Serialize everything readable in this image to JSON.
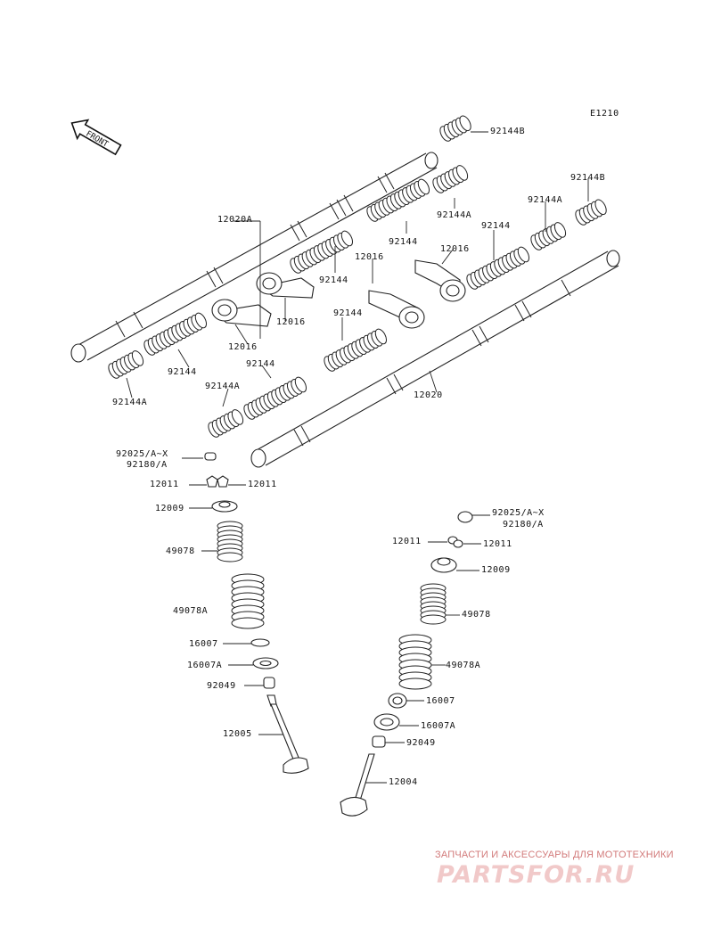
{
  "diagram_code": "E1210",
  "front_arrow_text": "FRONT",
  "parts": [
    {
      "key": "p92144B_top",
      "label": "92144B"
    },
    {
      "key": "p92144B_right",
      "label": "92144B"
    },
    {
      "key": "p12020A",
      "label": "12020A"
    },
    {
      "key": "p92144A_mid",
      "label": "92144A"
    },
    {
      "key": "p92144A_right",
      "label": "92144A"
    },
    {
      "key": "p92144_a",
      "label": "92144"
    },
    {
      "key": "p92144_b",
      "label": "92144"
    },
    {
      "key": "p12016_a",
      "label": "12016"
    },
    {
      "key": "p12016_b",
      "label": "12016"
    },
    {
      "key": "p92144_c",
      "label": "92144"
    },
    {
      "key": "p12016_c",
      "label": "12016"
    },
    {
      "key": "p92144_d",
      "label": "92144"
    },
    {
      "key": "p12016_d",
      "label": "12016"
    },
    {
      "key": "p92144_e",
      "label": "92144"
    },
    {
      "key": "p92144_f",
      "label": "92144"
    },
    {
      "key": "p92144A_left",
      "label": "92144A"
    },
    {
      "key": "p92144A_low",
      "label": "92144A"
    },
    {
      "key": "p12020",
      "label": "12020"
    },
    {
      "key": "p92025_left",
      "label": "92025/A~X"
    },
    {
      "key": "p92180_left",
      "label": "92180/A"
    },
    {
      "key": "p12011_l1",
      "label": "12011"
    },
    {
      "key": "p12011_l2",
      "label": "12011"
    },
    {
      "key": "p12009_left",
      "label": "12009"
    },
    {
      "key": "p49078_left",
      "label": "49078"
    },
    {
      "key": "p49078A_left",
      "label": "49078A"
    },
    {
      "key": "p16007_left",
      "label": "16007"
    },
    {
      "key": "p16007A_left",
      "label": "16007A"
    },
    {
      "key": "p92049_left",
      "label": "92049"
    },
    {
      "key": "p12005",
      "label": "12005"
    },
    {
      "key": "p92025_right",
      "label": "92025/A~X"
    },
    {
      "key": "p92180_right",
      "label": "92180/A"
    },
    {
      "key": "p12011_r1",
      "label": "12011"
    },
    {
      "key": "p12011_r2",
      "label": "12011"
    },
    {
      "key": "p12009_right",
      "label": "12009"
    },
    {
      "key": "p49078_right",
      "label": "49078"
    },
    {
      "key": "p49078A_right",
      "label": "49078A"
    },
    {
      "key": "p16007_right",
      "label": "16007"
    },
    {
      "key": "p16007A_right",
      "label": "16007A"
    },
    {
      "key": "p92049_right",
      "label": "92049"
    },
    {
      "key": "p12004",
      "label": "12004"
    }
  ],
  "watermark": {
    "tagline": "ЗАПЧАСТИ И АКСЕССУАРЫ ДЛЯ МОТОТЕХНИКИ",
    "brand": "PARTSFOR.RU",
    "color": "#e8a0a0"
  }
}
